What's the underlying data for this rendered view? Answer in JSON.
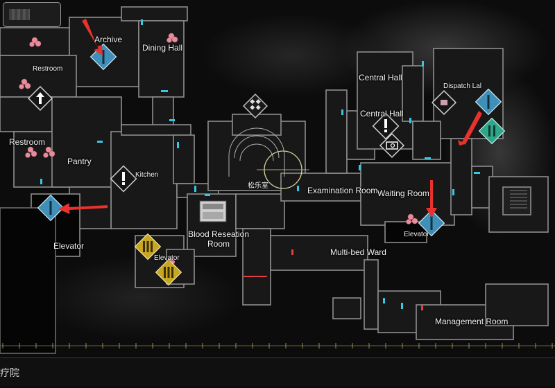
{
  "rooms": {
    "archive": "Archive",
    "dining_hall": "Dining Hall",
    "restroom_top": "Restroom",
    "restroom_left": "Restroom",
    "pantry": "Pantry",
    "kitchen": "Kitchen",
    "elevator_left": "Elevator",
    "elevator_mid": "Elevator",
    "blood_room": "Blood Reseation Room",
    "center_label": "松乐室",
    "central_hall_1": "Central Hall",
    "central_hall_2": "Central Hall",
    "dispatch": "Dispatch Lal",
    "examination_room": "Examination Room",
    "waiting_room": "Waiting Room",
    "elevator_right": "Elevator",
    "multibed_ward": "Multi-bed Ward",
    "management_room": "Management Room"
  },
  "area_name": "疗院",
  "colors": {
    "wall": "#8e8e8e",
    "floor": "#1a1a1a",
    "elevator_marker": "#3f8fb8",
    "save_marker": "#c7a622",
    "teal_marker": "#2fa58a",
    "arrow": "#e8322d",
    "highlight_blue": "#38c8e6"
  },
  "icons": {
    "elevator": "elevator-icon",
    "alert": "alert-icon",
    "save": "typewriter-save-icon",
    "up": "up-arrow-icon",
    "safe": "safe-icon",
    "locked_door": "teal-door-icon",
    "crosshair": "crosshair-icon",
    "flower": "herb-icon"
  }
}
